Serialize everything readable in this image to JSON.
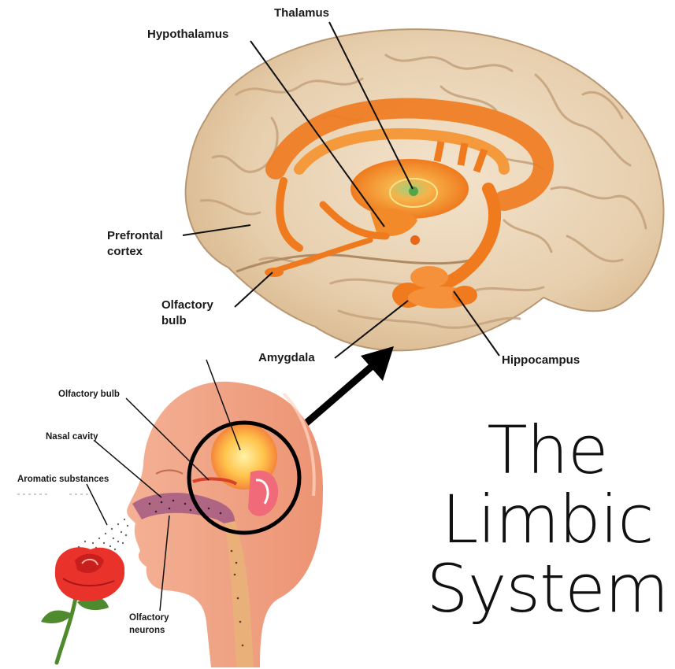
{
  "labels": {
    "thalamus": "Thalamus",
    "hypothalamus": "Hypothalamus",
    "prefrontal_cortex": "Prefrontal cortex",
    "olfactory_bulb": "Olfactory bulb",
    "amygdala": "Amygdala",
    "hippocampus": "Hippocampus"
  },
  "head_labels": {
    "olfactory_bulb": "Olfactory bulb",
    "nasal_cavity": "Nasal cavity",
    "aromatic_substances": "Aromatic substances",
    "olfactory_neurons": "Olfactory neurons"
  },
  "title": {
    "line1": "The",
    "line2": "Limbic",
    "line3": "System"
  },
  "colors": {
    "brain": "#e9d3b5",
    "limbic_orange": "#f07a1e",
    "skin": "#f2a586",
    "rose": "#e8322a",
    "stem": "#4f8a2e"
  }
}
